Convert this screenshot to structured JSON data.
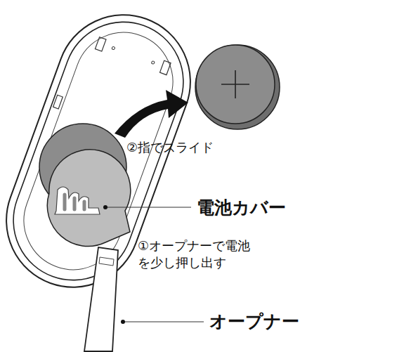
{
  "diagram": {
    "labels": [
      "②指でスライド",
      "電池カバー",
      "①オープナーで電池 を少し押し出す",
      "オープナー"
    ]
  }
}
